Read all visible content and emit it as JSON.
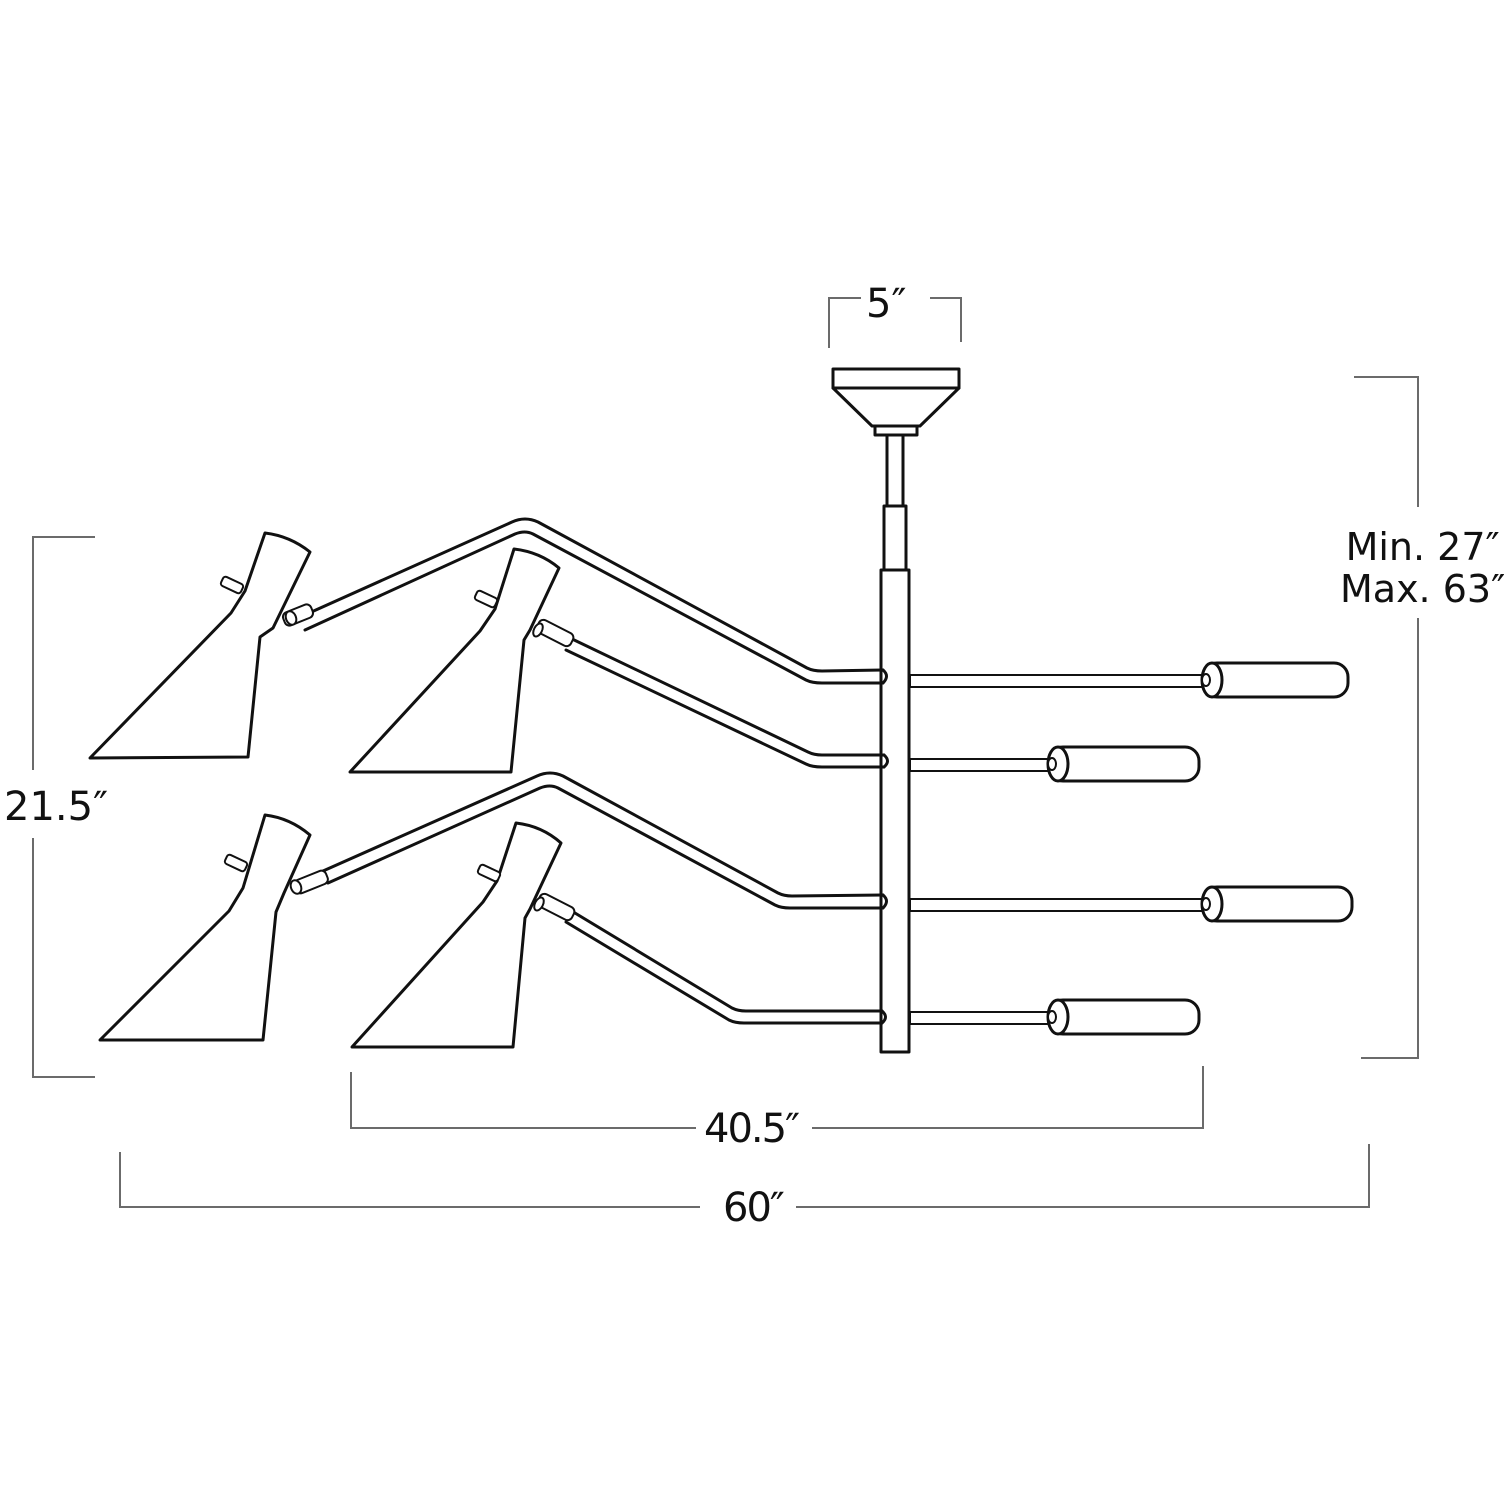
{
  "diagram": {
    "subject": "multi-arm ceiling pendant chandelier line drawing",
    "line_color": "#111111",
    "dimension_line_color": "#6b6b6b",
    "background": "#ffffff"
  },
  "dimensions": {
    "canopy_width": "5″",
    "overall_height_min": "Min. 27″",
    "overall_height_max": "Max. 63″",
    "shade_height": "21.5″",
    "inner_width": "40.5″",
    "overall_width": "60″"
  },
  "components": {
    "arms": 4,
    "shades": 4,
    "counterweights": 4
  }
}
